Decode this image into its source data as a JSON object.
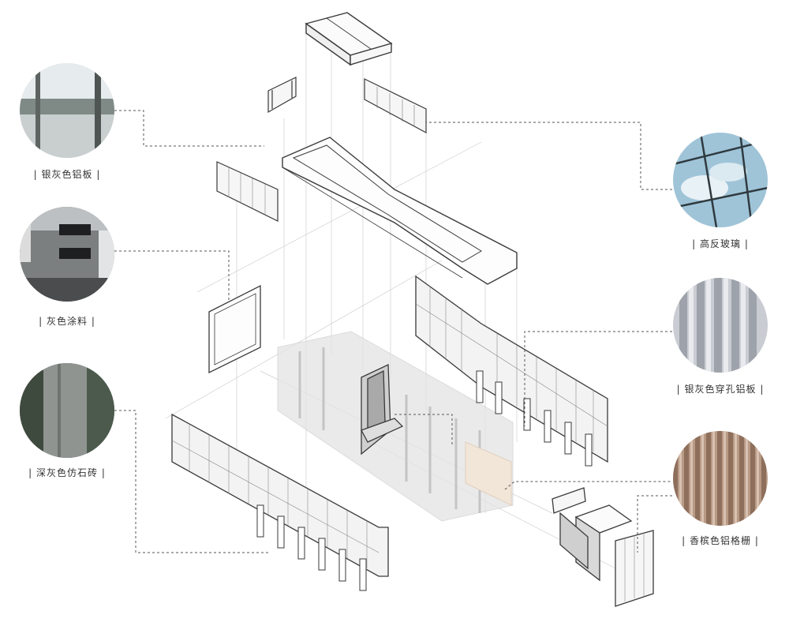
{
  "materials": {
    "silver_gray_aluminum": "| 银灰色铝板 |",
    "gray_paint": "| 灰色涂料 |",
    "dark_gray_stone_tile": "| 深灰色仿石砖 |",
    "high_reflective_glass": "| 高反玻璃 |",
    "silver_gray_perforated_aluminum": "| 银灰色穿孔铝板 |",
    "champagne_aluminum_grille": "| 香槟色铝格栅 |"
  },
  "colors": {
    "line": "#3a3a3a",
    "leader": "#555555",
    "ghost": "#d9d9d9",
    "panel_fill": "#f4f4f4",
    "champagne": "#b89a85",
    "glass_sky": "#9fc4d8"
  }
}
